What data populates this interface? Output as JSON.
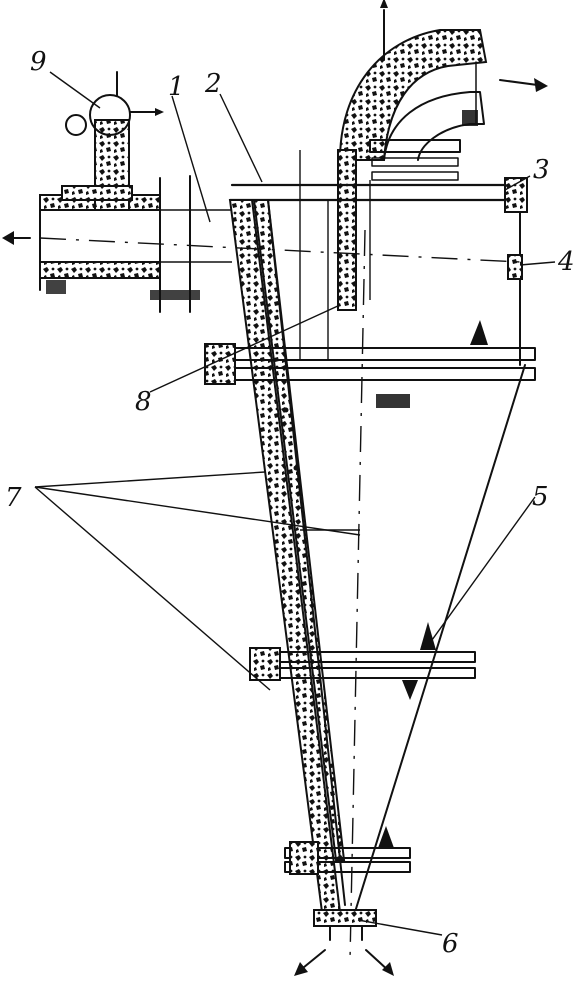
{
  "labels": {
    "l1": "1",
    "l2": "2",
    "l3": "3",
    "l4": "4",
    "l5": "5",
    "l6": "6",
    "l7": "7",
    "l8": "8",
    "l9": "9"
  }
}
